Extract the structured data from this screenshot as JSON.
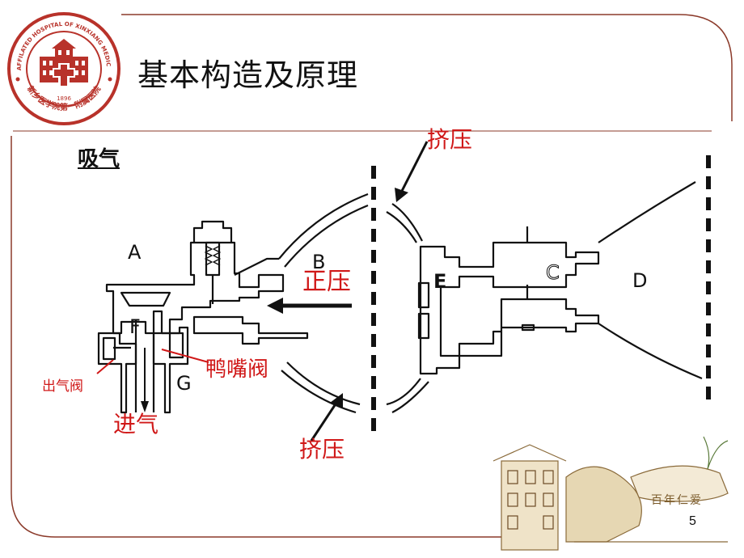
{
  "slide": {
    "title": "基本构造及原理",
    "subtitle": "吸气",
    "page_number": "5"
  },
  "logo": {
    "ring_text_top": "THE FIRST AFFILATED HOSPITAL OF XINXIANG MEDICAL COLLEGE",
    "ring_text_bottom": "新乡医学院第一附属医院",
    "year": "1896"
  },
  "diagram": {
    "labels": {
      "A": "A",
      "B": "B",
      "C": "C",
      "D": "D",
      "E": "E",
      "F": "F",
      "G": "G"
    },
    "annotations": {
      "squeeze_top": "挤压",
      "squeeze_bottom": "挤压",
      "positive_pressure": "正压",
      "duckbill_valve": "鸭嘴阀",
      "outlet_valve": "出气阀",
      "inlet_air": "进气"
    }
  },
  "decoration": {
    "brand_text": "百年仁爱"
  },
  "colors": {
    "accent_red": "#d01818",
    "frame_brown": "#8b3a2a",
    "logo_red": "#b8322a"
  }
}
